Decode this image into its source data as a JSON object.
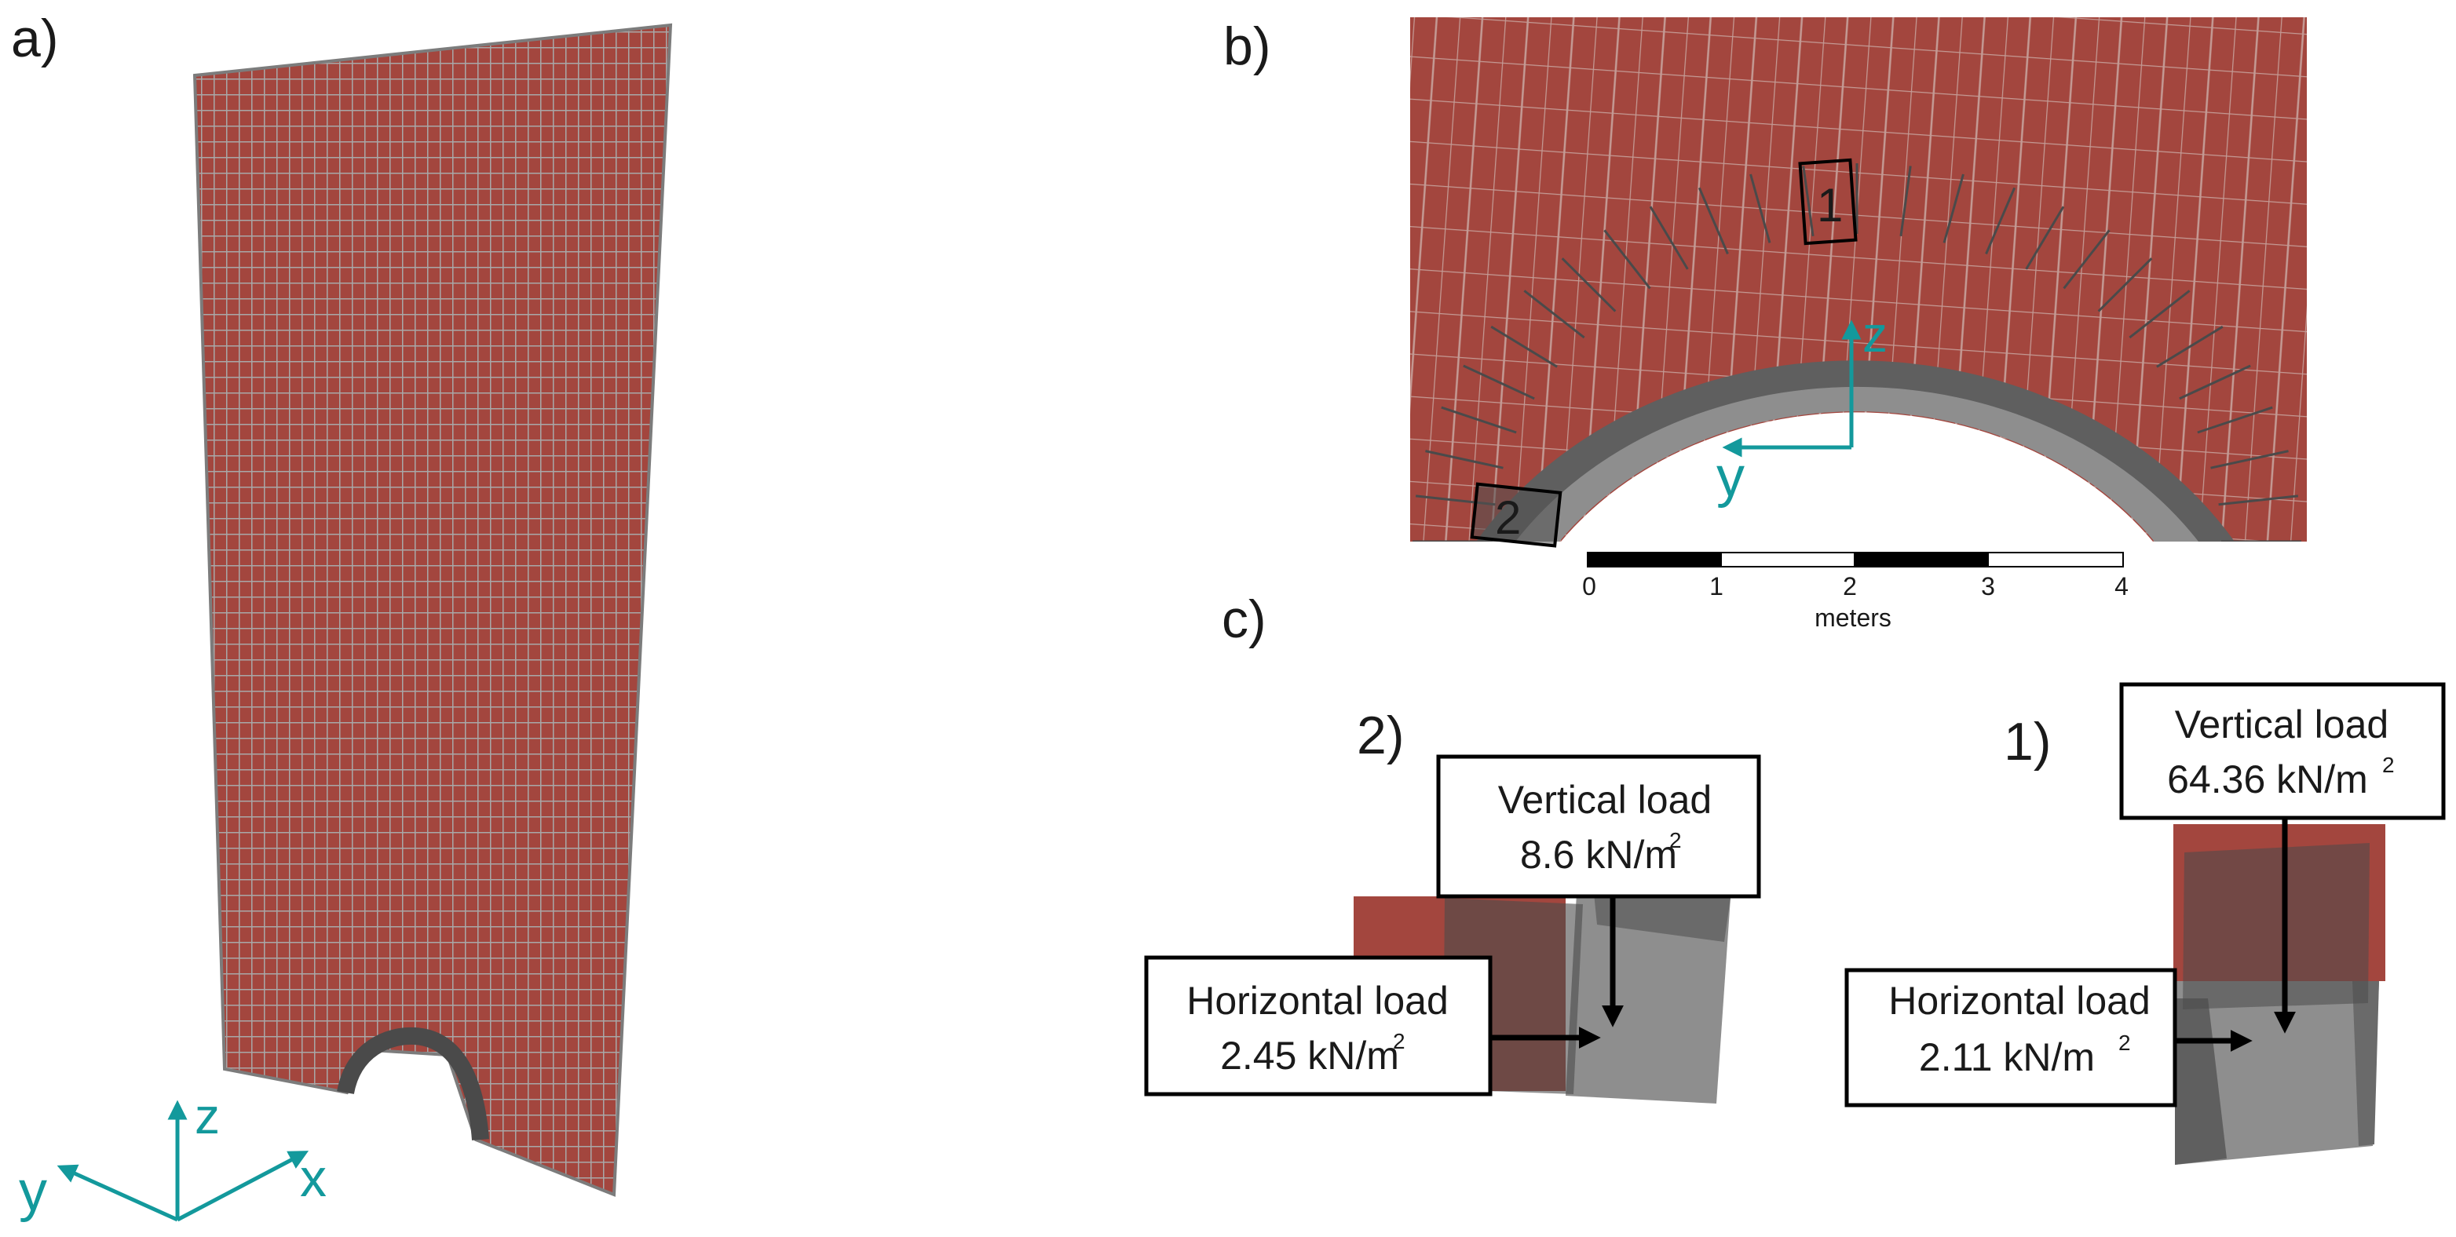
{
  "panels": {
    "a": {
      "label": "a)"
    },
    "b": {
      "label": "b)"
    },
    "c": {
      "label": "c)"
    }
  },
  "axes_a": {
    "z": "z",
    "y": "y",
    "x": "x"
  },
  "axes_b": {
    "z": "z",
    "y": "y"
  },
  "scale_bar": {
    "ticks": [
      "0",
      "1",
      "2",
      "3",
      "4"
    ],
    "unit": "meters"
  },
  "detail_markers": {
    "one": "1",
    "two": "2"
  },
  "detail_2": {
    "label": "2)",
    "vertical": {
      "title": "Vertical load",
      "value": "8.6 kN/m",
      "sup": "2"
    },
    "horizontal": {
      "title": "Horizontal load",
      "value": "2.45 kN/m",
      "sup": "2"
    }
  },
  "detail_1": {
    "label": "1)",
    "vertical": {
      "title": "Vertical load",
      "value": "64.36 kN/m",
      "sup": "2"
    },
    "horizontal": {
      "title": "Horizontal load",
      "value": "2.11 kN/m",
      "sup": "2"
    }
  },
  "colors": {
    "mass_red": "#a3463e",
    "voussoir_light": "#8e8e8e",
    "voussoir_dark": "#5f5f5f",
    "mesh_line": "#b9b9b9",
    "axis_teal": "#13999c"
  }
}
